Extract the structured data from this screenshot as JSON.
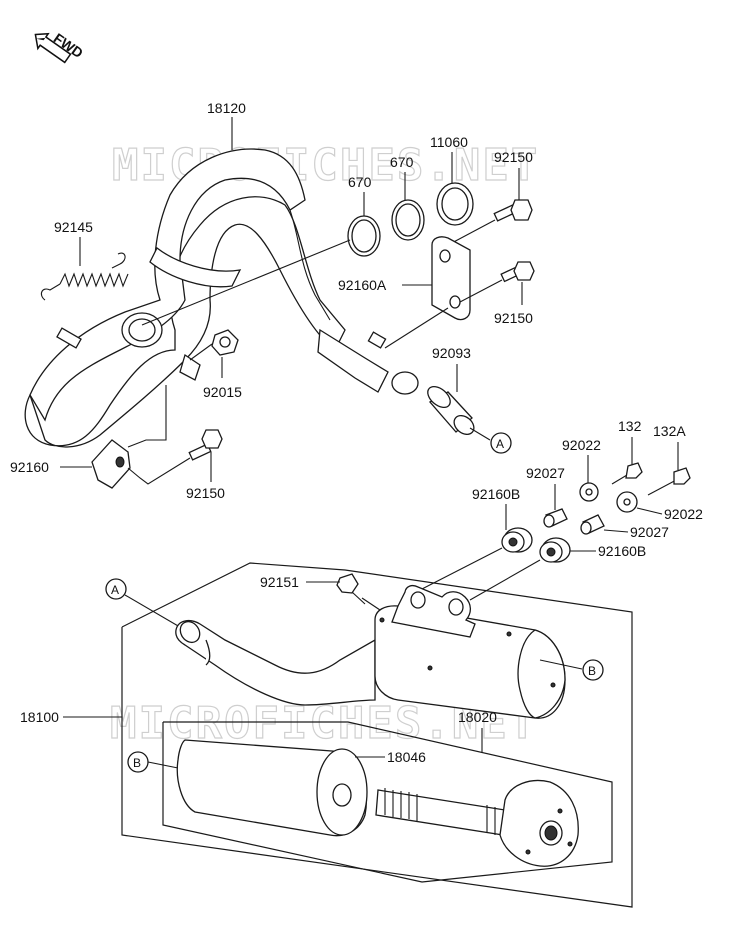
{
  "watermark": "MICROFICHES.NET",
  "fwd_label": "FWD",
  "reference_markers": {
    "a": "A",
    "b": "B"
  },
  "part_labels": {
    "muffler_pipe_chamber": "18120",
    "o_ring_1": "670",
    "o_ring_2": "670",
    "gasket": "11060",
    "bolt_top": "92150",
    "spring": "92145",
    "bracket_a": "92160A",
    "bolt_mid": "92150",
    "nut": "92015",
    "collar_92093": "92093",
    "bracket_left": "92160",
    "bolt_left": "92150",
    "bolt_132": "132",
    "bolt_132a": "132A",
    "washer_1": "92022",
    "washer_2": "92022",
    "collar_1": "92027",
    "collar_2": "92027",
    "damper_1": "92160B",
    "damper_2": "92160B",
    "bolt_92151": "92151",
    "muffler_assy": "18100",
    "silencer": "18020",
    "packing": "18046"
  }
}
